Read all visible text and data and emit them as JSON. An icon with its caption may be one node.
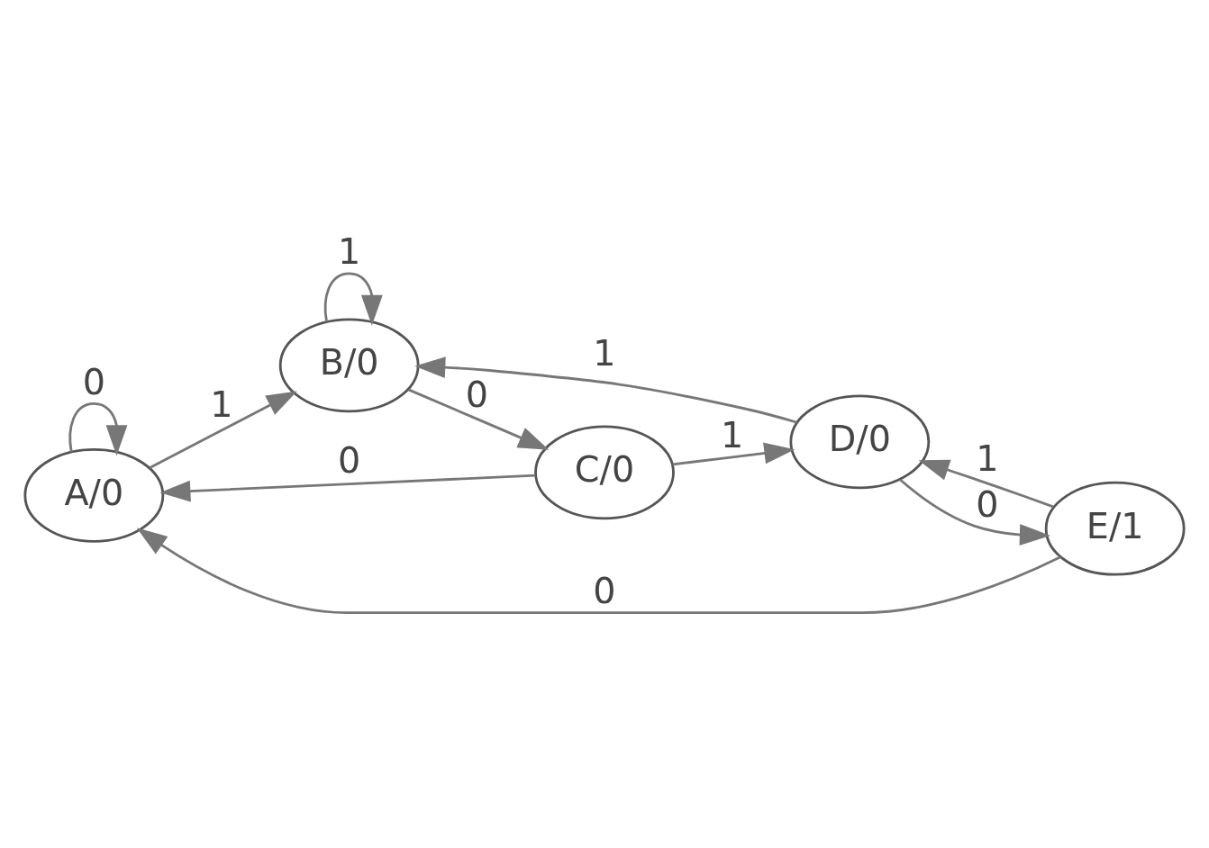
{
  "diagram": {
    "nodes": [
      {
        "text": [
          "A/0"
        ]
      },
      {
        "text": [
          "B/0"
        ]
      },
      {
        "text": [
          "C/0"
        ]
      },
      {
        "text": [
          "D/0"
        ]
      },
      {
        "text": [
          "E/1"
        ]
      }
    ],
    "edges": [
      {
        "from": 0,
        "to": 0,
        "arrow": "to",
        "label": "0"
      },
      {
        "from": 0,
        "to": 1,
        "arrow": "to",
        "label": "1"
      },
      {
        "from": 1,
        "to": 1,
        "arrow": "to",
        "label": "1"
      },
      {
        "from": 1,
        "to": 2,
        "arrow": "to",
        "label": "0"
      },
      {
        "from": 2,
        "to": 0,
        "arrow": "to",
        "label": "0"
      },
      {
        "from": 2,
        "to": 3,
        "arrow": "to",
        "label": "1"
      },
      {
        "from": 3,
        "to": 4,
        "arrow": "to",
        "label": "0"
      },
      {
        "from": 3,
        "to": 1,
        "arrow": "to",
        "label": "1"
      },
      {
        "from": 4,
        "to": 3,
        "arrow": "to",
        "label": "1"
      },
      {
        "from": 4,
        "to": 0,
        "arrow": "to",
        "label": "0"
      }
    ]
  }
}
